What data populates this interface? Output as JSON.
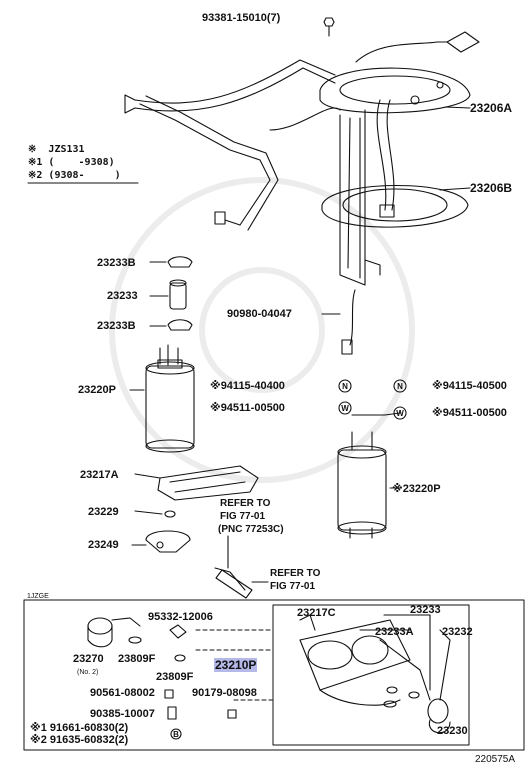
{
  "notes": {
    "title": "※  JZS131",
    "line1": "※1 (    -9308)",
    "line2": "※2 (9308-     )"
  },
  "labels": {
    "p_93381": "93381-15010(7)",
    "p_23206a": "23206A",
    "p_23206b": "23206B",
    "p_23233b_top": "23233B",
    "p_23233": "23233",
    "p_23233b_bot": "23233B",
    "p_90980": "90980-04047",
    "p_23220p_left": "23220P",
    "p_94115_left": "※94115-40400",
    "p_94511_left": "※94511-00500",
    "p_94115_right": "※94115-40500",
    "p_94511_right": "※94511-00500",
    "p_23217a": "23217A",
    "p_23220p_right": "※23220P",
    "p_23229": "23229",
    "p_23249": "23249",
    "refer1_a": "REFER TO",
    "refer1_b": "FIG 77-01",
    "refer1_c": "(PNC 77253C)",
    "refer2_a": "REFER TO",
    "refer2_b": "FIG 77-01",
    "engine": "1JZGE",
    "p_95332": "95332-12006",
    "p_23217c": "23217C",
    "p_23233_b": "23233",
    "p_23233a": "23233A",
    "p_23232": "23232",
    "p_23270": "23270",
    "p_23270_sub": "(No. 2)",
    "p_23809f_a": "23809F",
    "p_23809f_b": "23809F",
    "p_23210p": "23210P",
    "p_90561": "90561-08002",
    "p_90179": "90179-08098",
    "p_90385": "90385-10007",
    "p_91661": "※1 91661-60830(2)",
    "p_91635": "※2 91635-60832(2)",
    "p_23230": "23230",
    "fig_id": "220575A"
  },
  "symbols": {
    "n": "N",
    "w": "W",
    "b": "B"
  }
}
